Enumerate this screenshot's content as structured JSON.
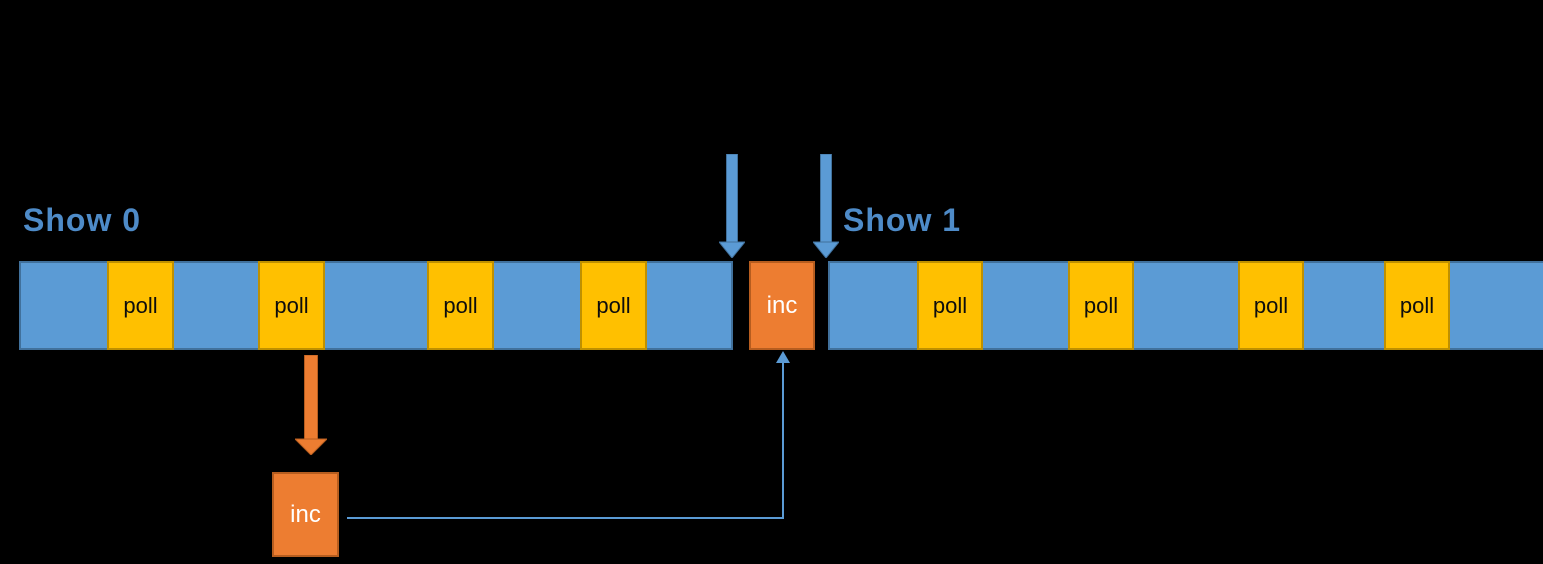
{
  "diagram": {
    "description": "Timeline diagram of poll/inc events across two render frames",
    "labels": {
      "show0": "Show 0",
      "show1": "Show 1"
    },
    "timeline": {
      "left_segment_polls": [
        "poll",
        "poll",
        "poll",
        "poll"
      ],
      "right_segment_polls": [
        "poll",
        "poll",
        "poll",
        "poll"
      ],
      "inc_top_label": "inc",
      "inc_bottom_label": "inc"
    },
    "icons": {
      "frame_marker_1": "down-arrow",
      "frame_marker_2": "down-arrow",
      "poll_to_inc": "down-arrow",
      "inc_to_timeline": "up-arrow-connector"
    },
    "colors": {
      "timeline_blue": "#5b9bd5",
      "timeline_blue_border": "#41719c",
      "poll_yellow": "#ffc000",
      "poll_yellow_border": "#bf9000",
      "inc_orange": "#ed7d31",
      "inc_orange_border": "#b65d1f",
      "label_blue": "#4e8bc8",
      "connector_blue": "#5b9bd5",
      "background": "#000000"
    }
  }
}
